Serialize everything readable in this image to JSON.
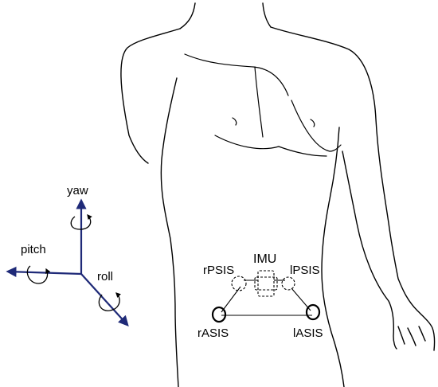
{
  "axes": {
    "yaw_label": "yaw",
    "pitch_label": "pitch",
    "roll_label": "roll",
    "axis_color": "#1f2a78"
  },
  "landmarks": {
    "imu_label": "IMU",
    "rpsis_label": "rPSIS",
    "lpsis_label": "lPSIS",
    "rasis_label": "rASIS",
    "lasis_label": "lASIS"
  }
}
